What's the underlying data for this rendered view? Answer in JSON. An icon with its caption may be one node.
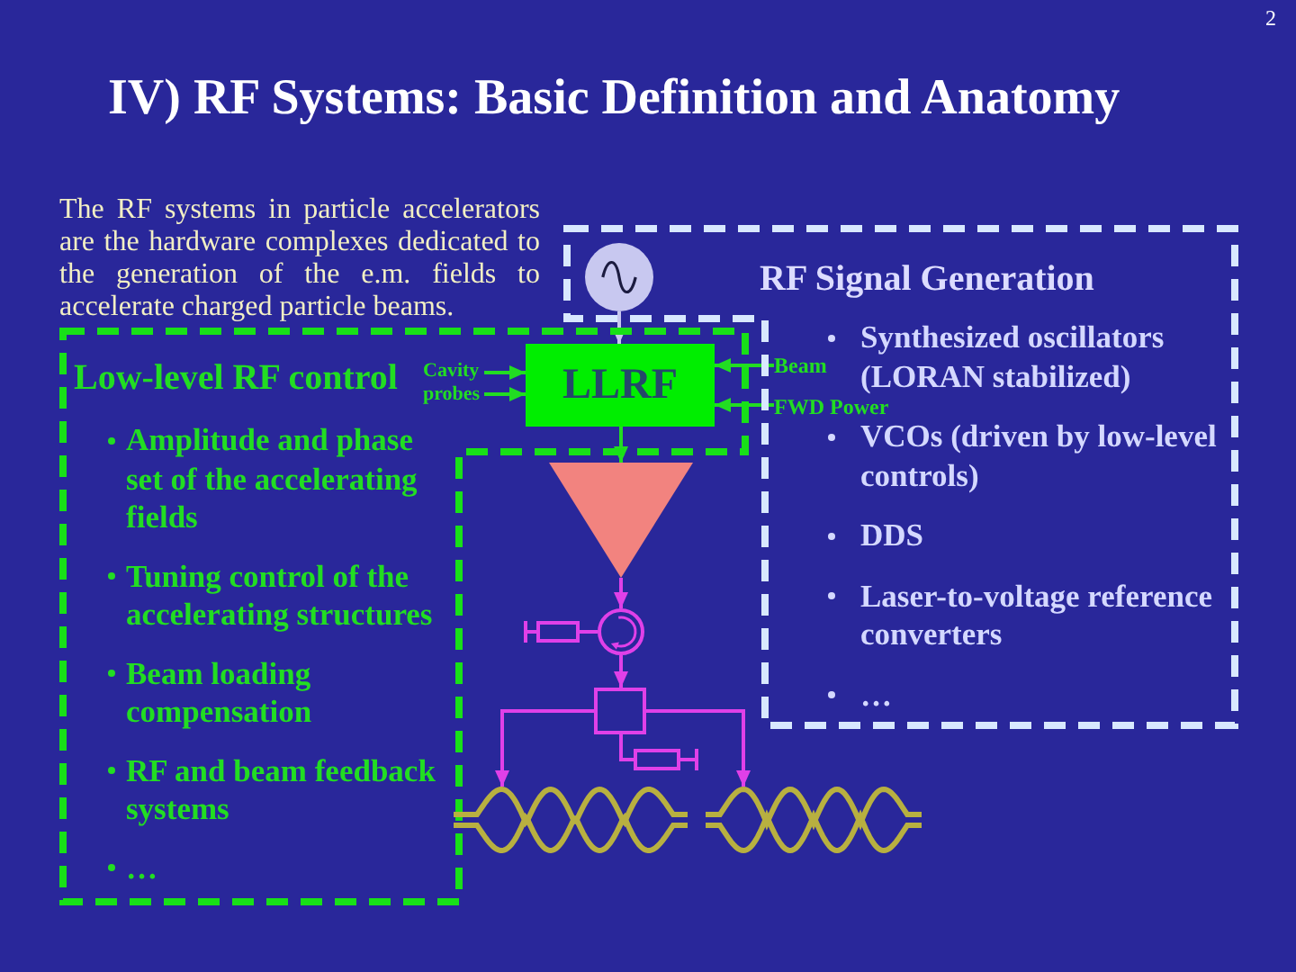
{
  "diagram": {
    "title": "IV) RF Systems: Basic Definition and Anatomy",
    "nodes": [
      {
        "text": [
          "RF Signal Generation",
          "Synthesized oscillators (LORAN stabilized)",
          "VCOs (driven by low-level controls)",
          "DDS",
          "Laser-to-voltage reference converters",
          "…"
        ]
      },
      {
        "text": [],
        "shape": "circle",
        "in": 0
      },
      {
        "text": [
          "Low-level RF control",
          "Amplitude and phase set of the accelerating fields",
          "Tuning control of the accelerating structures",
          "Beam loading compensation",
          "RF and beam feedback systems",
          "…"
        ]
      },
      {
        "text": [
          "Cavity probes"
        ],
        "in": 2
      },
      {
        "text": [
          "LLRF"
        ],
        "in": 2
      },
      {
        "text": [
          "Beam"
        ],
        "in": 0
      },
      {
        "text": [
          "FWD Power"
        ],
        "in": 0
      },
      {
        "text": [],
        "shape": "triangle"
      },
      {
        "text": [],
        "shape": "circle"
      },
      {
        "text": [],
        "shape": "box"
      },
      {
        "text": [],
        "shape": "picture"
      },
      {
        "text": [],
        "shape": "picture"
      }
    ],
    "edges": [
      {
        "from": 1,
        "to": 4,
        "arrow": "to",
        "color": "#c8c8f0"
      },
      {
        "from": 3,
        "to": 4,
        "arrow": "to"
      },
      {
        "from": 3,
        "to": 4,
        "arrow": "to"
      },
      {
        "from": 5,
        "to": 4,
        "arrow": "to"
      },
      {
        "from": 6,
        "to": 4,
        "arrow": "to"
      },
      {
        "from": 4,
        "to": 7,
        "arrow": "to"
      },
      {
        "from": 7,
        "to": 8,
        "arrow": "to",
        "color": "#e040e8"
      },
      {
        "from": 8,
        "to": 9,
        "arrow": "to",
        "color": "#e040e8"
      },
      {
        "from": 9,
        "to": 10,
        "arrow": "to",
        "color": "#e040e8"
      },
      {
        "from": 9,
        "to": 11,
        "arrow": "to",
        "color": "#e040e8"
      }
    ],
    "labels": [
      "2",
      "The RF systems in particle accelerators are the hardware complexes dedicated to the generation of the e.m. fields to accelerate charged particle beams."
    ]
  }
}
